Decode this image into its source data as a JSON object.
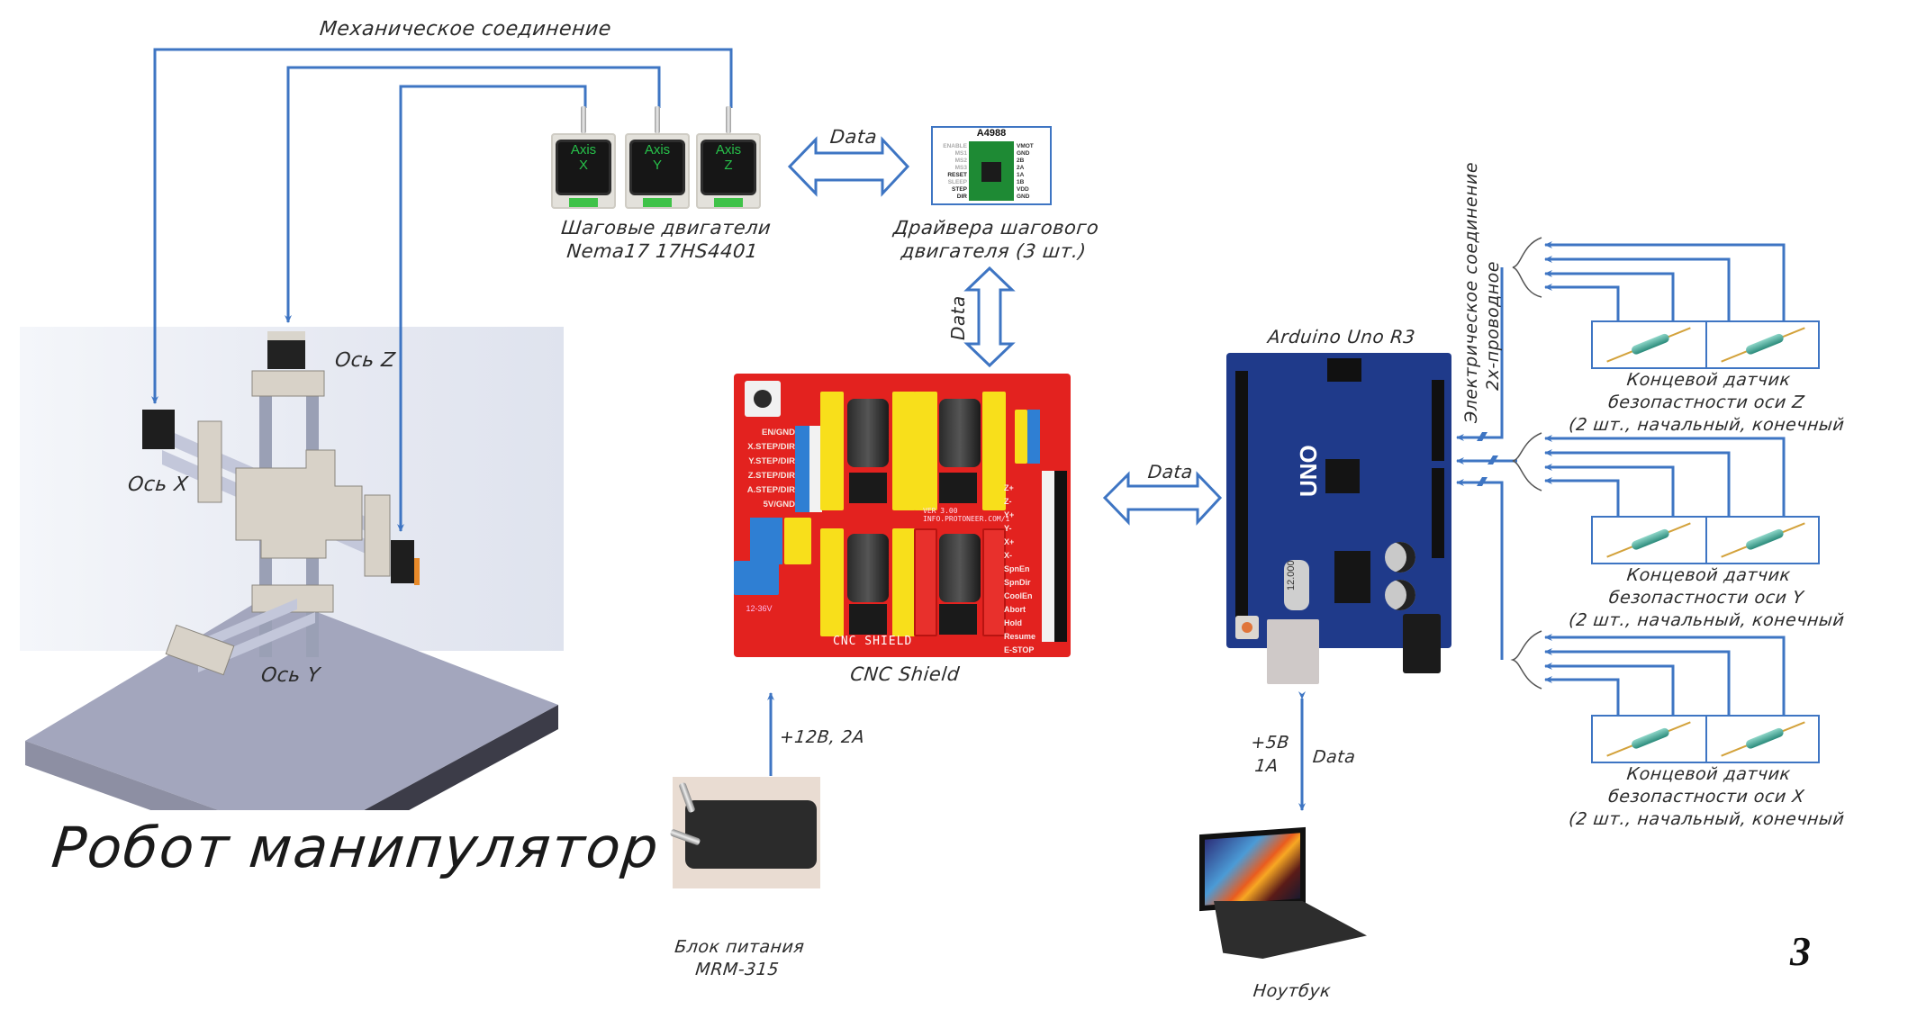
{
  "labels": {
    "mechanical_connection": "Механическое соединение",
    "axis_z": "Ось Z",
    "axis_x": "Ось X",
    "axis_y": "Ось Y",
    "robot_title": "Робот манипулятор",
    "stepper_motors_line1": "Шаговые двигатели",
    "stepper_motors_line2": "Nema17 17HS4401",
    "driver_caption_line1": "Драйвера шагового",
    "driver_caption_line2": "двигателя (3 шт.)",
    "data_motors_drivers": "Data",
    "data_drivers_cnc": "Data",
    "data_cnc_arduino": "Data",
    "data_laptop": "Data",
    "cnc_caption": "CNC Shield",
    "arduino_caption": "Arduino Uno R3",
    "electrical_connection_line1": "Электрическое соединение",
    "electrical_connection_line2": "2х-проводное",
    "power_rating": "+12В, 2А",
    "psu_caption_line1": "Блок питания",
    "psu_caption_line2": "MRM-315",
    "usb_power_line1": "+5В",
    "usb_power_line2": "1А",
    "laptop_caption": "Ноутбук",
    "page_number": "3"
  },
  "motors": [
    {
      "axis_word": "Axis",
      "axis": "X"
    },
    {
      "axis_word": "Axis",
      "axis": "Y"
    },
    {
      "axis_word": "Axis",
      "axis": "Z"
    }
  ],
  "driver_board": {
    "title": "A4988",
    "left_pins": [
      "ENABLE",
      "MS1",
      "MS2",
      "MS3",
      "RESET",
      "SLEEP",
      "STEP",
      "DIR"
    ],
    "right_pins": [
      "VMOT",
      "GND",
      "2B",
      "2A",
      "1A",
      "1B",
      "VDD",
      "GND"
    ]
  },
  "cnc_board": {
    "left_labels": [
      "EN/GND",
      "X.STEP/DIR",
      "Y.STEP/DIR",
      "Z.STEP/DIR",
      "A.STEP/DIR",
      "5V/GND"
    ],
    "right_labels": [
      "Z+",
      "Z-",
      "Y+",
      "Y-",
      "X+",
      "X-",
      "SpnEn",
      "SpnDir",
      "CoolEn",
      "Abort",
      "Hold",
      "Resume",
      "E-STOP"
    ],
    "version": "VER 3.00",
    "url": "INFO.PROTONEER.COM/1",
    "silk_title": "CNC SHIELD",
    "voltage": "12-36V",
    "terminal_minus": "-",
    "terminal_plus": "+"
  },
  "arduino_board": {
    "silk_logo": "UNO",
    "crystal": "12.000"
  },
  "sensors": [
    {
      "line1": "Концевой датчик",
      "line2": "безопастности оси Z",
      "line3": "(2 шт., начальный, конечный"
    },
    {
      "line1": "Концевой датчик",
      "line2": "безопастности оси Y",
      "line3": "(2 шт., начальный, конечный"
    },
    {
      "line1": "Концевой датчик",
      "line2": "безопастности оси X",
      "line3": "(2 шт., начальный, конечный"
    }
  ],
  "colors": {
    "wire": "#3e75c3",
    "cnc_red": "#e3221f",
    "arduino_blue": "#1f3a8a",
    "motor_label_green": "#27c04a"
  }
}
